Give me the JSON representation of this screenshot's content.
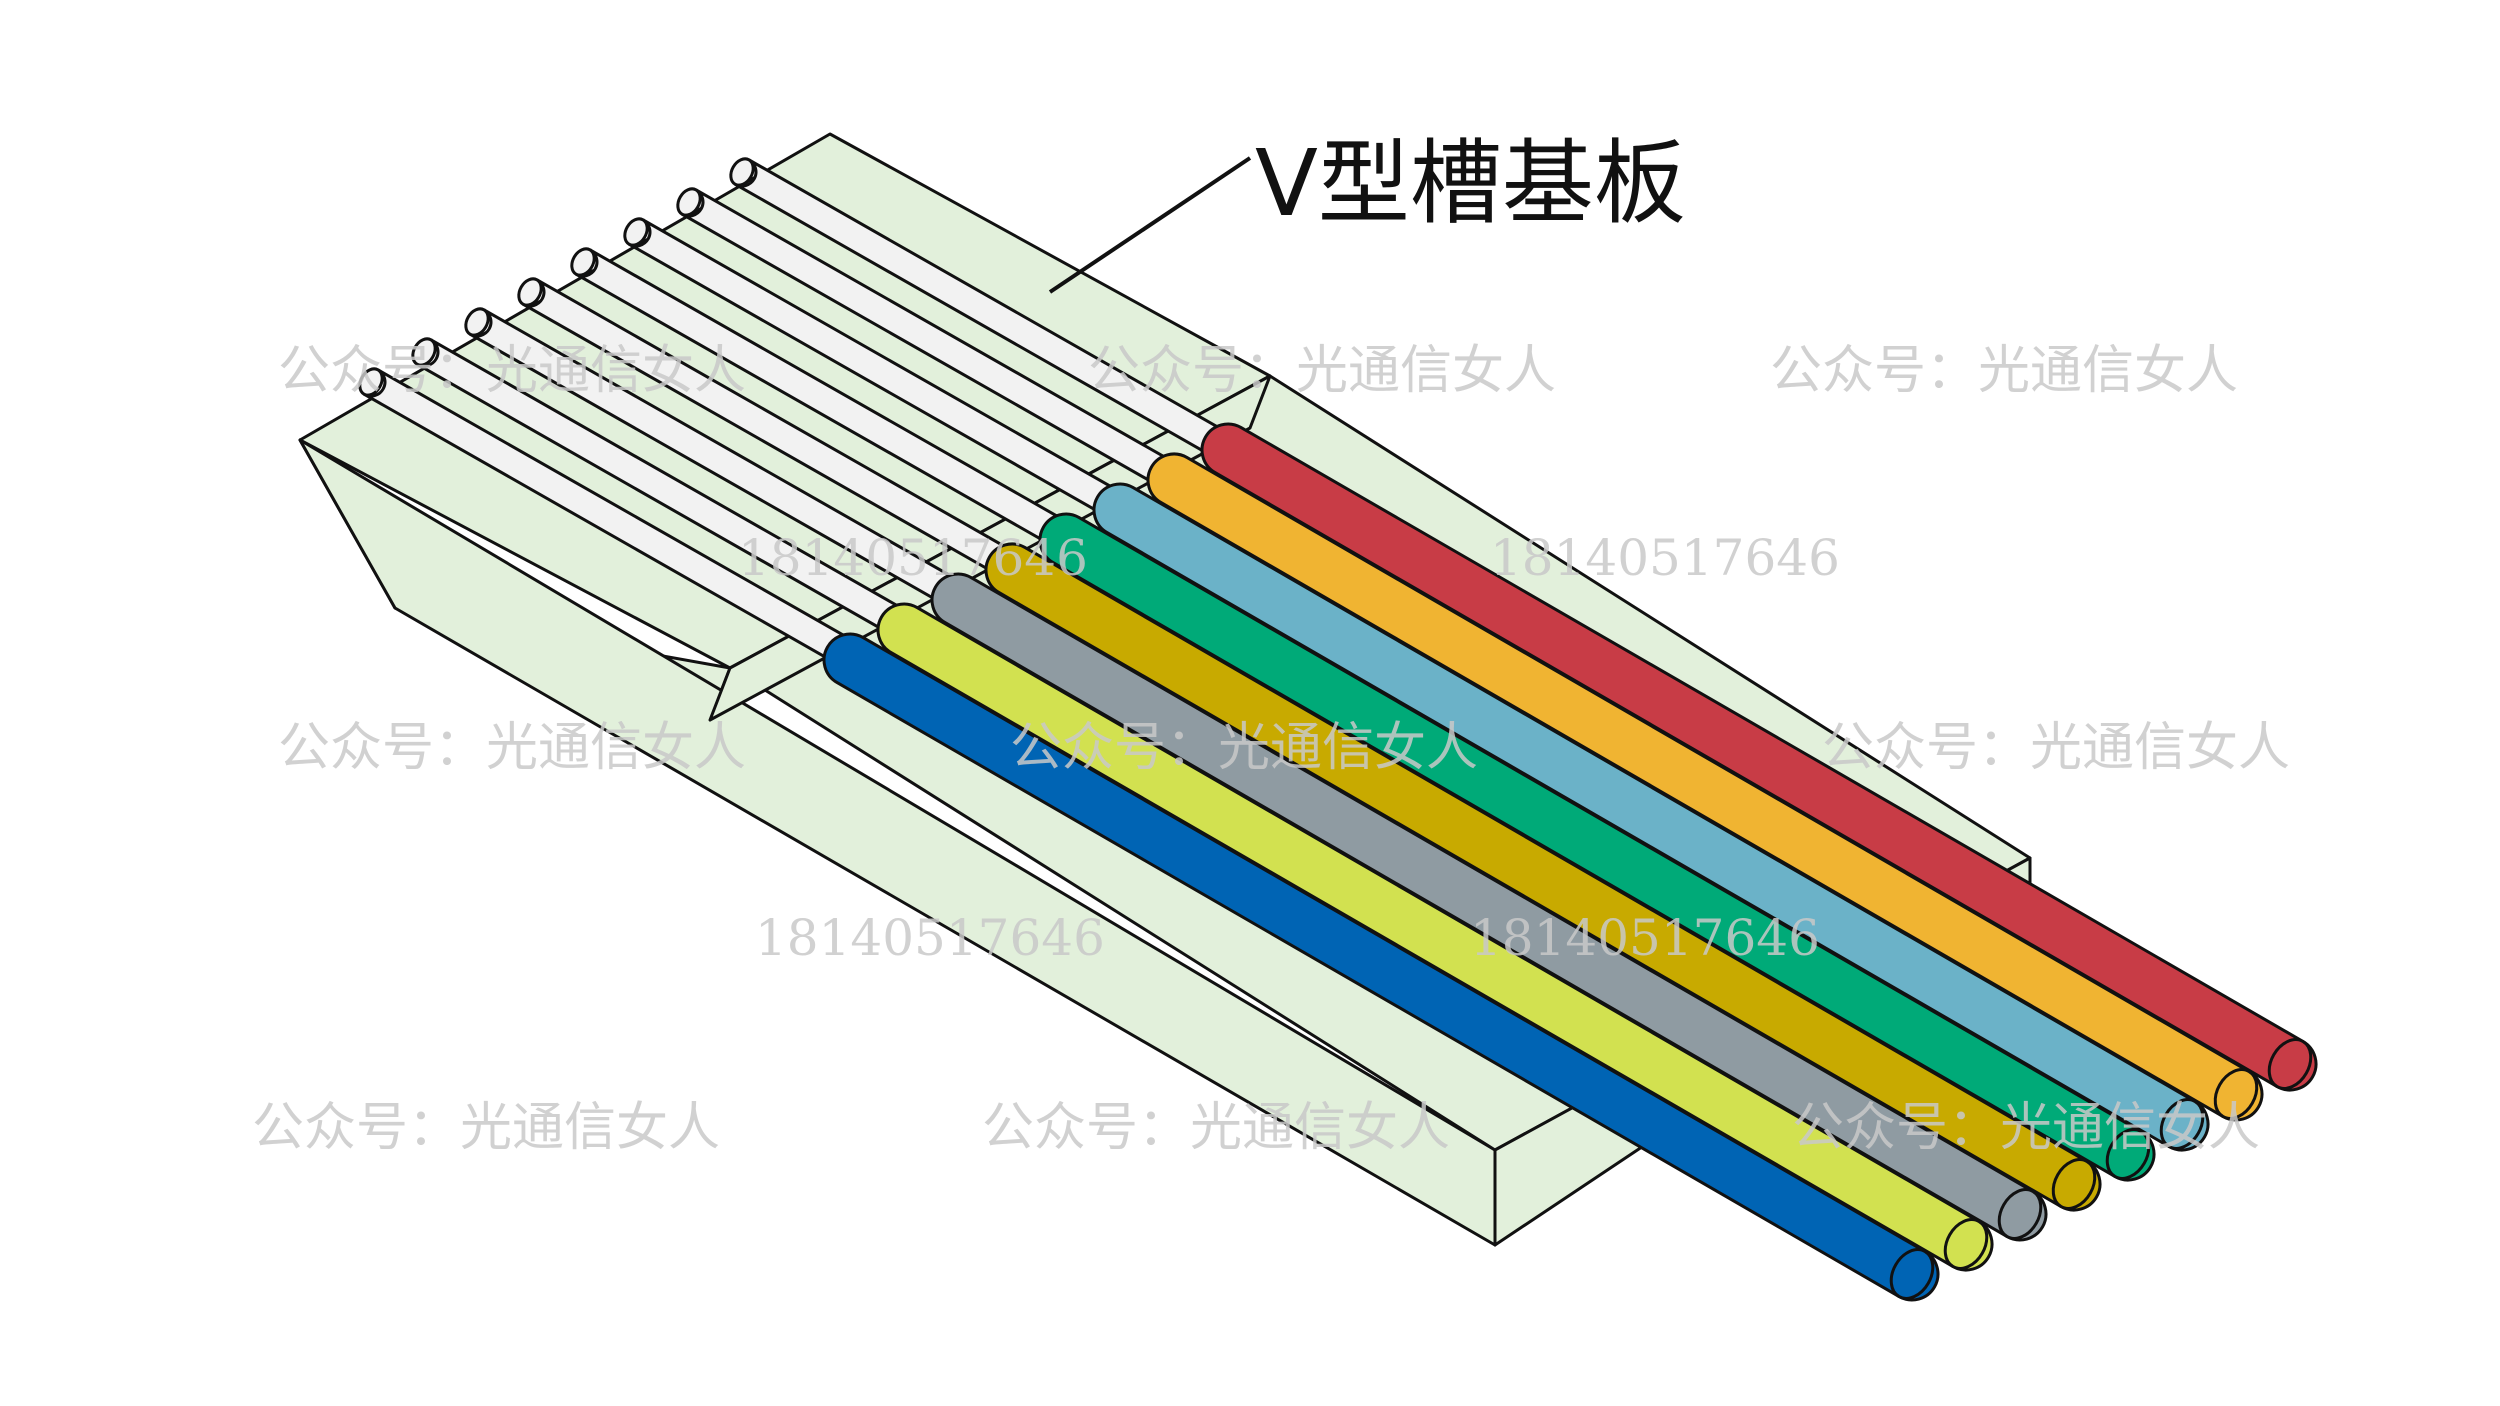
{
  "diagram": {
    "label": "V型槽基板",
    "substrate_color": "#e2f0db",
    "bare_fiber_color": "#f2f2f2",
    "outline_color": "#111111",
    "fibers": [
      {
        "color": "#c83c46"
      },
      {
        "color": "#f0b432"
      },
      {
        "color": "#6bb2c8"
      },
      {
        "color": "#00aa78"
      },
      {
        "color": "#c8aa00"
      },
      {
        "color": "#8f9ba2"
      },
      {
        "color": "#d2e150"
      },
      {
        "color": "#0064b4"
      }
    ]
  },
  "watermarks": {
    "account": "公众号：光通信女人",
    "phone": "18140517646"
  }
}
